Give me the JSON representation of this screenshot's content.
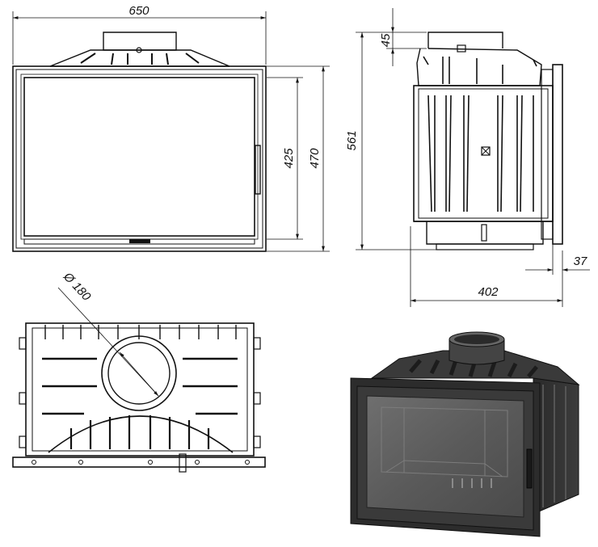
{
  "dimensions": {
    "width_front": "650",
    "door_height": "425",
    "front_height": "470",
    "total_height": "561",
    "flue_offset": "45",
    "depth": "402",
    "frame_depth": "37",
    "flue_diameter": "Ø 180"
  }
}
